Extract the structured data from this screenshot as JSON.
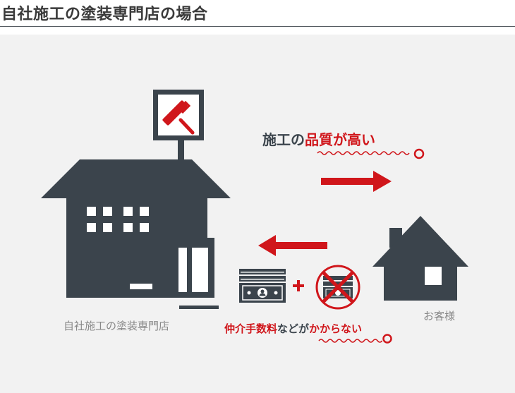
{
  "header": {
    "title": "自社施工の塗装専門店の場合"
  },
  "store": {
    "caption": "自社施工の塗装専門店"
  },
  "customer": {
    "caption": "お客様"
  },
  "quality": {
    "prefix": "施工の",
    "highlight": "品質が高い"
  },
  "fees": {
    "highlight1": "仲介手数料",
    "mid": "などが",
    "highlight2": "かからない"
  },
  "colors": {
    "dark": "#3b444c",
    "accent": "#d0161b",
    "panel": "#f2f2f2",
    "caption": "#888888"
  }
}
